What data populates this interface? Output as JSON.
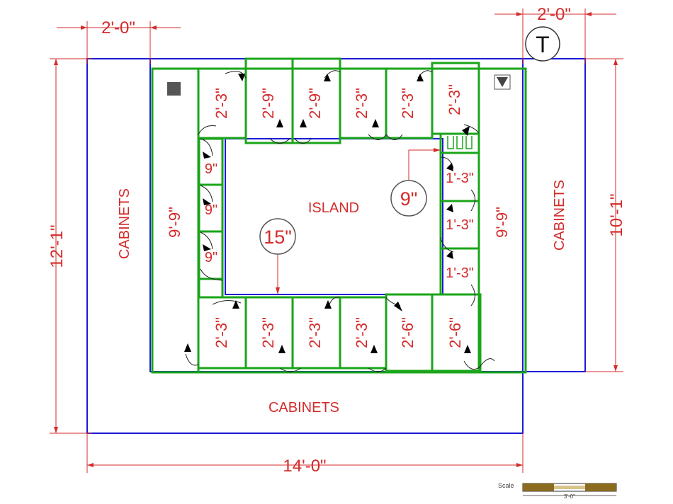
{
  "labels": {
    "cabinets_left": "CABINETS",
    "cabinets_right": "CABINETS",
    "cabinets_bottom": "CABINETS",
    "island": "ISLAND"
  },
  "dimensions": {
    "top_left_width": "2'-0\"",
    "top_right_width": "2'-0\"",
    "left_height": "12'-1\"",
    "right_height": "10'-1\"",
    "bottom_width": "14'-0\"",
    "left_inner": "9'-9\"",
    "right_inner": "9'-9\""
  },
  "callouts": {
    "t_marker": "T",
    "gap_top": "9\"",
    "gap_left": "15\""
  },
  "top_panels": [
    "2'-3\"",
    "2'-9\"",
    "2'-9\"",
    "2'-3\"",
    "2'-3\"",
    "2'-3\""
  ],
  "bottom_panels": [
    "2'-3\"",
    "2'-3\"",
    "2'-3\"",
    "2'-3\"",
    "2'-6\"",
    "2'-6\""
  ],
  "left_small_panels": [
    "9\"",
    "9\"",
    "9\""
  ],
  "right_small_panels": [
    "1'-3\"",
    "1'-3\"",
    "1'-3\""
  ],
  "scale": {
    "label": "Scale",
    "value": "3'-0\""
  },
  "colors": {
    "dimension": "#d42b2b",
    "cabinet_outline": "#1a1ad6",
    "panel_outline": "#1aa51a"
  }
}
